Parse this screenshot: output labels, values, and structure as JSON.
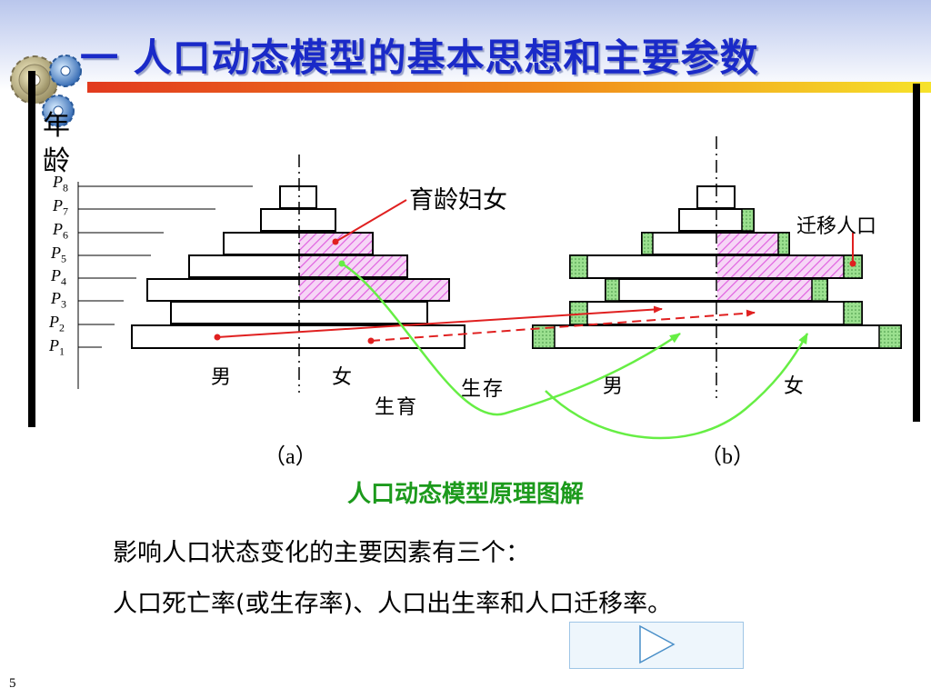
{
  "title": "一 人口动态模型的基本思想和主要参数",
  "diagram": {
    "y_axis_label": [
      "年",
      "龄"
    ],
    "age_groups": [
      {
        "letter": "P",
        "sub": "8"
      },
      {
        "letter": "P",
        "sub": "7"
      },
      {
        "letter": "P",
        "sub": "6"
      },
      {
        "letter": "P",
        "sub": "5"
      },
      {
        "letter": "P",
        "sub": "4"
      },
      {
        "letter": "P",
        "sub": "3"
      },
      {
        "letter": "P",
        "sub": "2"
      },
      {
        "letter": "P",
        "sub": "1"
      }
    ],
    "label_fertile_women": "育龄妇女",
    "label_migration": "迁移人口",
    "label_male_a": "男",
    "label_female_a": "女",
    "label_male_b": "男",
    "label_female_b": "女",
    "label_survival": "生存",
    "label_birth": "生育",
    "label_a": "（a）",
    "label_b": "（b）",
    "colors": {
      "fertile_hatch": "#e060e0",
      "migration_fill": "#9be08f",
      "arrow_red": "#e02020",
      "curve_green": "#66ee44"
    }
  },
  "caption": "人口动态模型原理图解",
  "body": {
    "line1": "影响人口状态变化的主要因素有三个：",
    "line2": "人口死亡率(或生存率)、人口出生率和人口迁移率。"
  },
  "play_button_icon": "play-triangle-icon",
  "page_number": "5"
}
